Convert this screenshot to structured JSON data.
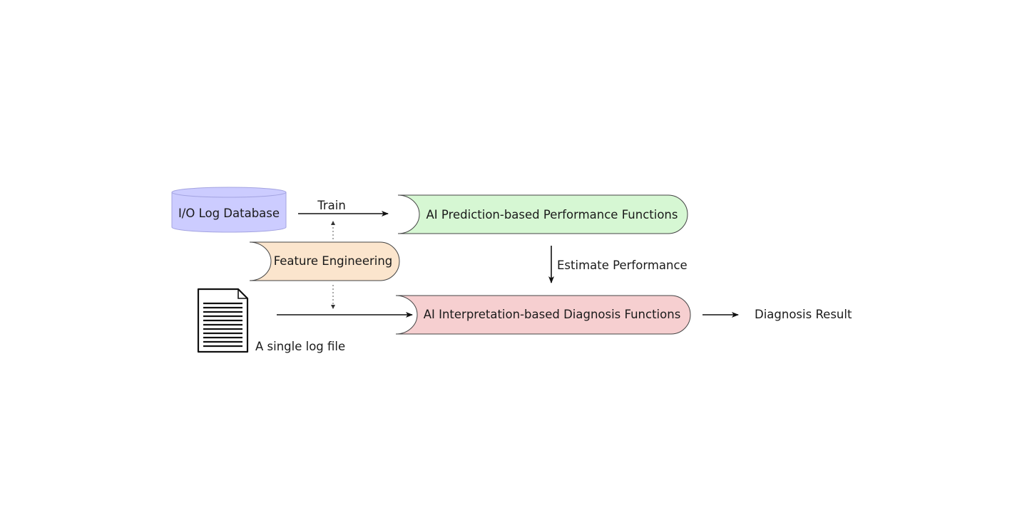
{
  "nodes": {
    "database": {
      "label": "I/O Log Database",
      "fill": "#ccccff",
      "stroke": "#9999dd"
    },
    "prediction": {
      "label": "AI Prediction-based Performance Functions",
      "fill": "#d6f7d3"
    },
    "feature": {
      "label": "Feature Engineering",
      "fill": "#fbe5cd"
    },
    "diagnosis": {
      "label": "AI Interpretation-based Diagnosis Functions",
      "fill": "#f6cfd0"
    },
    "logfile": {
      "label": "A single log file",
      "icon": "document-icon"
    },
    "result": {
      "label": "Diagnosis Result"
    }
  },
  "edges": {
    "train": {
      "label": "Train"
    },
    "estimate": {
      "label": "Estimate Performance"
    }
  }
}
